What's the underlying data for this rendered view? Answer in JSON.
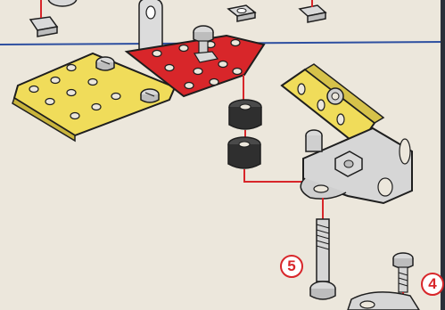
{
  "figure": {
    "kind": "assembly-instruction-illustration",
    "step_labels": [
      "5",
      "4"
    ]
  },
  "colors": {
    "background": "#ece7dc",
    "guide_line": "#2d4fa0",
    "assembly_line": "#d8262a",
    "plate_yellow": "#f0dc5a",
    "plate_red": "#d8262a",
    "metal_grey": "#d6d6d6",
    "spacer_dark": "#2f2f2f",
    "outline": "#1e1e1e",
    "badge_red": "#d8262a"
  }
}
